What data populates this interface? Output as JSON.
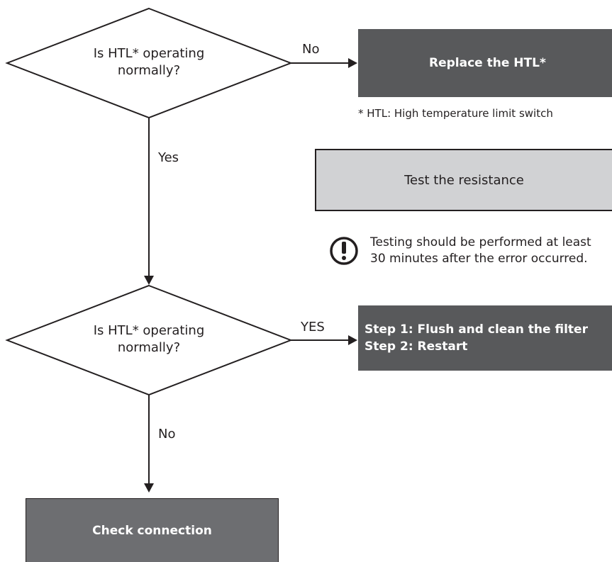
{
  "decision1": {
    "text_line1": "Is HTL* operating",
    "text_line2": "normally?"
  },
  "decision2": {
    "text_line1": "Is HTL* operating",
    "text_line2": "normally?"
  },
  "edges": {
    "d1_no": "No",
    "d1_yes": "Yes",
    "d2_yes": "YES",
    "d2_no": "No"
  },
  "boxes": {
    "replace_htl": "Replace the HTL*",
    "test_resistance": "Test the resistance",
    "step1": "Step 1: Flush and clean the filter",
    "step2": "Step 2: Restart",
    "check_connection": "Check connection"
  },
  "footnote": "* HTL: High temperature limit switch",
  "warning": {
    "icon": "exclamation-circle-icon",
    "line1": "Testing should be performed at least",
    "line2": "30 minutes after the error occurred."
  },
  "colors": {
    "dark_box": "#58595b",
    "light_box": "#d1d2d4",
    "check_box": "#6d6e71",
    "line": "#231f20"
  }
}
